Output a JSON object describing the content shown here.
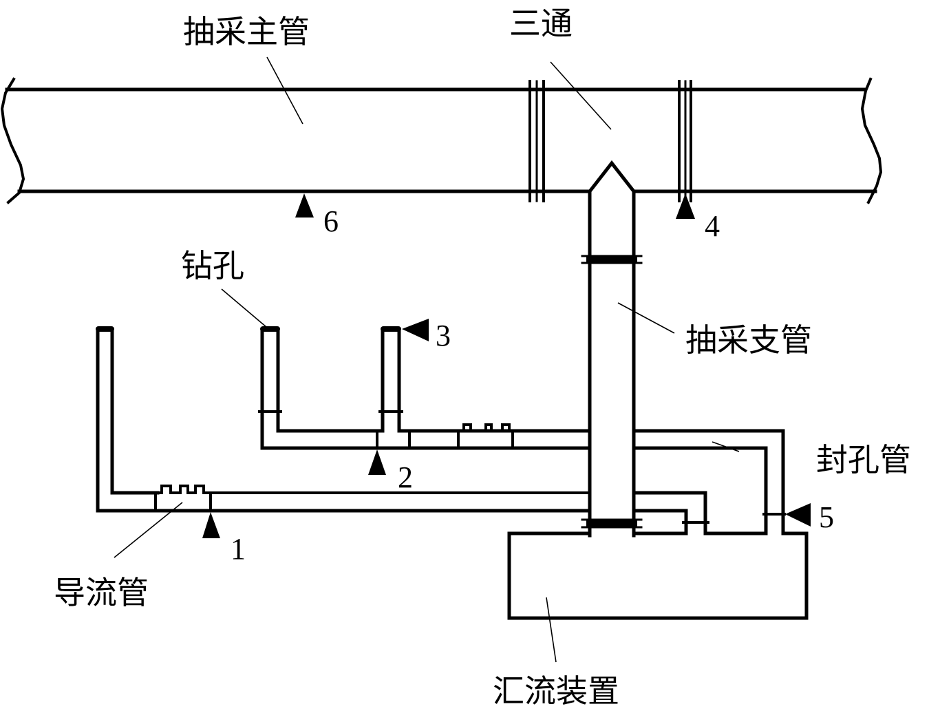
{
  "diagram": {
    "type": "gas drainage pipeline schematic",
    "labels": {
      "main_pipe": "抽采主管",
      "tee": "三通",
      "borehole": "钻孔",
      "branch_pipe": "抽采支管",
      "sealing_pipe": "封孔管",
      "guide_pipe": "导流管",
      "manifold": "汇流装置"
    },
    "measurement_points": [
      {
        "id": "1",
        "location": "guide pipe outlet line"
      },
      {
        "id": "2",
        "location": "borehole connection line"
      },
      {
        "id": "3",
        "location": "borehole top"
      },
      {
        "id": "4",
        "location": "main pipe after tee"
      },
      {
        "id": "5",
        "location": "sealing pipe"
      },
      {
        "id": "6",
        "location": "main pipe"
      }
    ]
  }
}
